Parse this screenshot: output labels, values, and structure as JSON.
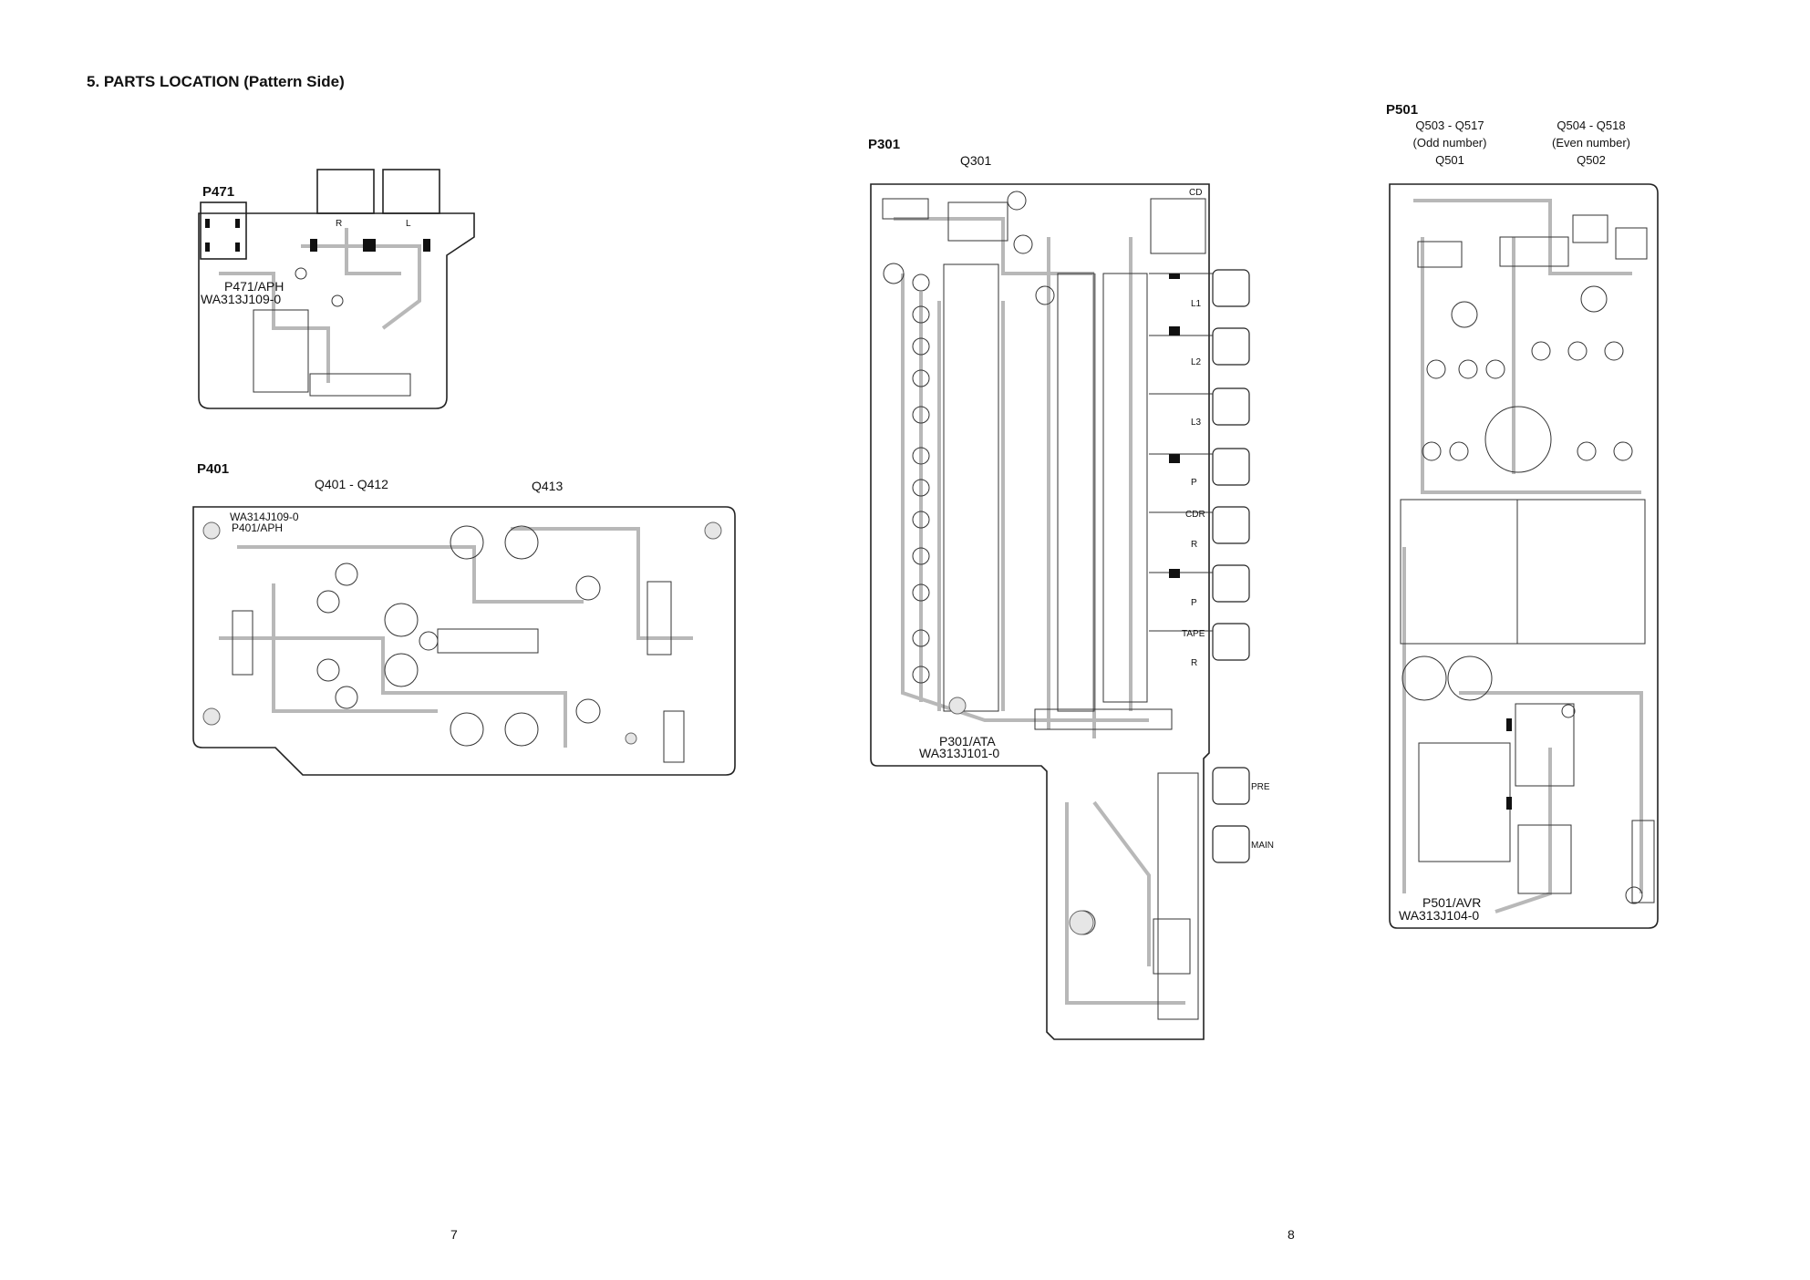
{
  "page_title": "5. PARTS LOCATION (Pattern Side)",
  "page_numbers": {
    "left": "7",
    "right": "8"
  },
  "p471": {
    "name": "P471",
    "board_id": "P471/APH",
    "part_no": "WA313J109-0",
    "channel_r": "R",
    "channel_l": "L"
  },
  "p401": {
    "name": "P401",
    "group_a": "Q401 - Q412",
    "group_b": "Q413",
    "part_no": "WA314J109-0",
    "board_id": "P401/APH"
  },
  "p301": {
    "name": "P301",
    "transistor": "Q301",
    "board_id": "P301/ATA",
    "part_no": "WA313J101-0",
    "jack_labels": [
      "CD",
      "L1",
      "L2",
      "L3",
      "P",
      "CDR",
      "R",
      "P",
      "TAPE",
      "R"
    ],
    "lower_labels": [
      "PRE",
      "MAIN"
    ]
  },
  "p501": {
    "name": "P501",
    "odd_range": "Q503 - Q517",
    "odd_note": "(Odd number)",
    "odd_main": "Q501",
    "even_range": "Q504 - Q518",
    "even_note": "(Even number)",
    "even_main": "Q502",
    "board_id": "P501/AVR",
    "part_no": "WA313J104-0"
  }
}
